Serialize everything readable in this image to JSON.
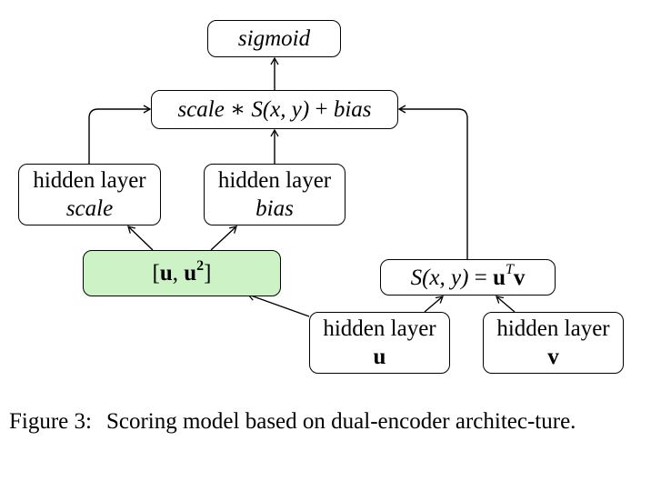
{
  "nodes": {
    "sigmoid": {
      "text": "sigmoid"
    },
    "combine": {
      "scale": "scale",
      "op_mul": " ∗ ",
      "fn": "S",
      "args": "(x, y)",
      "op_plus": " + ",
      "bias": "bias"
    },
    "hidden_scale": {
      "line1": "hidden layer",
      "line2": "scale"
    },
    "hidden_bias": {
      "line1": "hidden layer",
      "line2": "bias"
    },
    "u_u2": {
      "open": "[",
      "u": "u",
      "comma": ", ",
      "u2_base": "u",
      "u2_exp": "2",
      "close": "]"
    },
    "sxy": {
      "fn": "S",
      "args": "(x, y)",
      "eq": " = ",
      "u": "u",
      "sup": "T",
      "v": "v"
    },
    "hidden_u": {
      "line1": "hidden layer",
      "line2": "u"
    },
    "hidden_v": {
      "line1": "hidden layer",
      "line2": "v"
    }
  },
  "caption": {
    "label": "Figure 3:",
    "text": "Scoring model based on dual-encoder architec-ture."
  }
}
